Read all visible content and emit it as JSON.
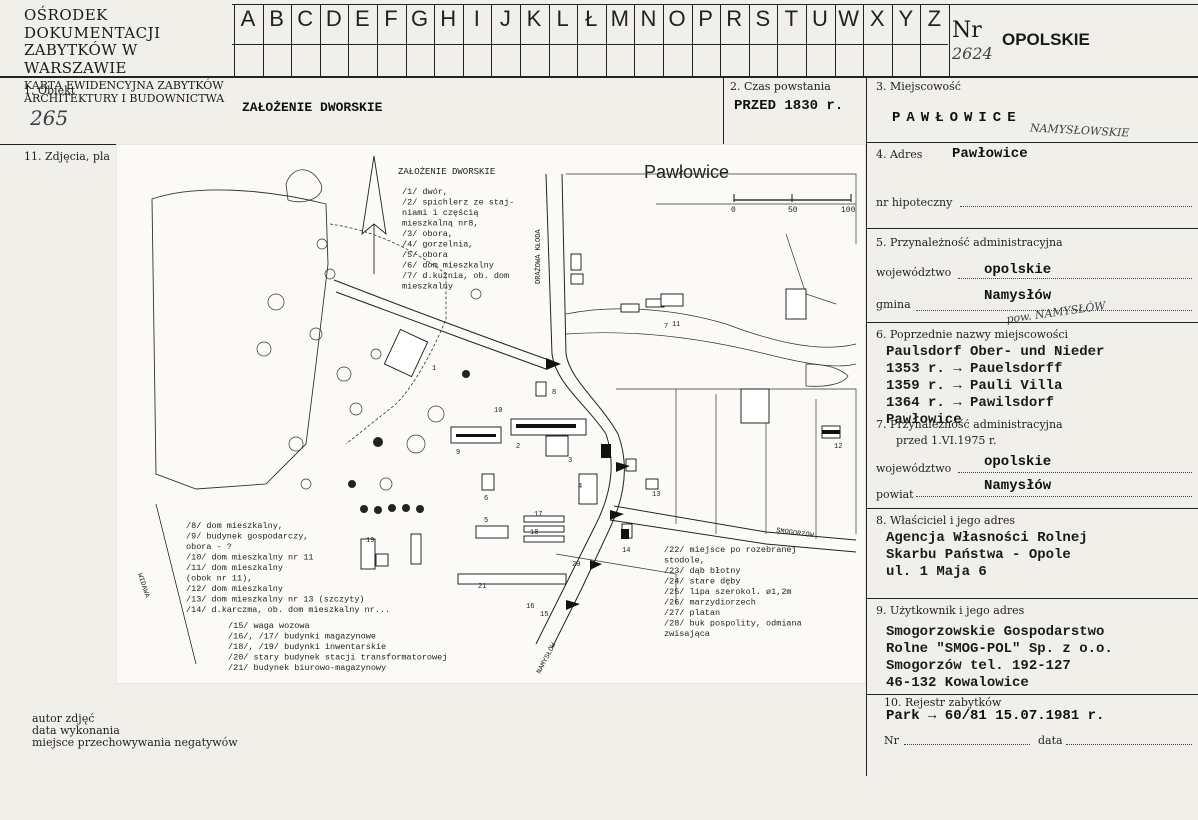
{
  "header": {
    "org_line1": "OŚRODEK DOKUMENTACJI",
    "org_line2": "ZABYTKÓW W WARSZAWIE",
    "org_line3": "KARTA EWIDENCYJNA ZABYTKÓW",
    "org_line4": "ARCHITEKTURY I BUDOWNICTWA",
    "letters": [
      "A",
      "B",
      "C",
      "D",
      "E",
      "F",
      "G",
      "H",
      "I",
      "J",
      "K",
      "L",
      "Ł",
      "M",
      "N",
      "O",
      "P",
      "R",
      "S",
      "T",
      "U",
      "W",
      "X",
      "Y",
      "Z"
    ],
    "nr_label": "Nr",
    "nr_value": "2624",
    "region": "OPOLSKIE"
  },
  "fields": {
    "obiekt_label": "1. Obiekt",
    "obiekt_code": "265",
    "obiekt_value": "ZAŁOŻENIE DWORSKIE",
    "czas_label": "2. Czas powstania",
    "czas_value": "PRZED 1830 r.",
    "miejscowosc_label": "3. Miejscowość",
    "miejscowosc_value": "PAWŁOWICE",
    "miejscowosc_note": "NAMYSŁOWSKIE",
    "zdjecia_label": "11. Zdjęcia, pla",
    "adres_label": "4. Adres",
    "adres_value": "Pawłowice",
    "hipoteczny_label": "nr hipoteczny",
    "przynaleznosc_label": "5. Przynależność administracyjna",
    "woj_label": "województwo",
    "woj_value": "opolskie",
    "gmina_label": "gmina",
    "gmina_value": "Namysłów",
    "gmina_note": "pow. NAMYSŁÓW",
    "poprzednie_label": "6. Poprzednie nazwy miejscowości",
    "poprzednie_lines": [
      "Paulsdorf Ober- und Nieder",
      "1353 r. → Pauelsdorff",
      "1359 r. → Pauli Villa",
      "1364 r. → Pawilsdorf",
      "Pawłowice"
    ],
    "przed_label": "7. Przynależność administracyjna",
    "przed_date": "przed 1.VI.1975 r.",
    "woj2_label": "województwo",
    "woj2_value": "opolskie",
    "powiat_label": "powiat",
    "powiat_value": "Namysłów",
    "wlasciciel_label": "8. Właściciel i jego adres",
    "wlasciciel_lines": [
      "Agencja Własności Rolnej",
      "Skarbu Państwa - Opole",
      "ul. 1 Maja 6"
    ],
    "uzytkownik_label": "9. Użytkownik i jego adres",
    "uzytkownik_lines": [
      "Smogorzowskie Gospodarstwo",
      "Rolne \"SMOG-POL\" Sp. z o.o.",
      "Smogorzów tel. 192-127",
      "46-132 Kowalowice"
    ],
    "rejestr_label": "10. Rejestr zabytków",
    "rejestr_value": "Park → 60/81 15.07.1981 r.",
    "nr_label": "Nr",
    "data_label": "data",
    "autor_label": "autor zdjęć",
    "data_wyk_label": "data wykonania",
    "miejsce_label": "miejsce przechowywania negatywów"
  },
  "plan": {
    "title": "ZAŁOŻENIE DWORSKIE",
    "village": "Pawłowice",
    "scale_labels": [
      "0",
      "50",
      "100"
    ],
    "road_labels": [
      "DRAŻOWA KŁODA",
      "SMOGORZÓW",
      "NAMYSŁÓW",
      "WIDAWA"
    ],
    "legend_top": [
      "/1/ dwór,",
      "/2/ spichlerz ze staj-",
      "    niami i częścią",
      "    mieszkalną nr8,",
      "/3/ obora,",
      "/4/ gorzelnia,",
      "/5/ obora",
      "/6/ dom mieszkalny",
      "/7/ d.kuźnia, ob. dom",
      "    mieszkalny"
    ],
    "legend_left": [
      "/8/ dom mieszkalny,",
      "/9/ budynek gospodarczy,",
      "    obora - ?",
      "/10/ dom mieszkalny nr 11",
      "/11/ dom mieszkalny",
      "     (obok nr 11),",
      "/12/ dom mieszkalny",
      "/13/ dom mieszkalny nr 13 (szczyty)",
      "/14/ d.karczma, ob. dom mieszkalny nr..."
    ],
    "legend_bottom": [
      "/15/ waga wozowa",
      "/16/, /17/ budynki magazynowe",
      "/18/, /19/ budynki inwentarskie",
      "/20/ stary budynek stacji transformatorowej",
      "/21/ budynek biurowo-magazynowy"
    ],
    "legend_right": [
      "/22/ miejsce po rozebranej",
      "     stodole,",
      "/23/ dąb błotny",
      "/24/ stare dęby",
      "/25/ lipa szerokol. ø1,2m",
      "/26/ marzydiorzech",
      "/27/ platan",
      "/28/ buk pospolity, odmiana",
      "     zwisająca"
    ],
    "building_numbers": [
      "1",
      "2",
      "3",
      "4",
      "5",
      "6",
      "7",
      "8",
      "9",
      "10",
      "11",
      "12",
      "13",
      "14",
      "15",
      "16",
      "17",
      "18",
      "19",
      "20",
      "21"
    ]
  }
}
